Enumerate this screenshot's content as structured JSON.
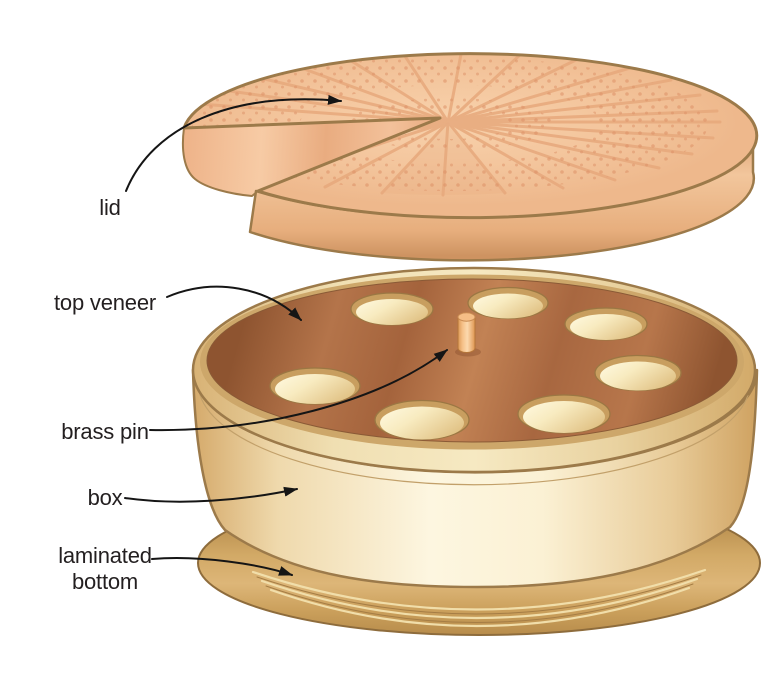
{
  "figure": {
    "type": "labeled exploded diagram",
    "background": "#ffffff"
  },
  "labels": {
    "lid": "lid",
    "top_veneer": "top veneer",
    "brass_pin": "brass pin",
    "box": "box",
    "laminated_bottom": "laminated bottom"
  },
  "box_top": {
    "hole_count": 7
  },
  "palette": {
    "label_text": "#231f20",
    "arrow": "#151515",
    "wood_outline": "#9c7a4a",
    "lid_top_peach": "#f4c79f",
    "lid_rays": "#e7a87c",
    "lid_dots": "#dc9066",
    "veneer_brown": "#b0714a",
    "box_cream": "#fdf6e0",
    "box_tan_edge": "#d2a765",
    "hole_fill": "#fdf3cf",
    "base_tan": "#d2a966",
    "base_lamination_light": "#f1deaa",
    "pin_brass": "#f6c28a"
  }
}
